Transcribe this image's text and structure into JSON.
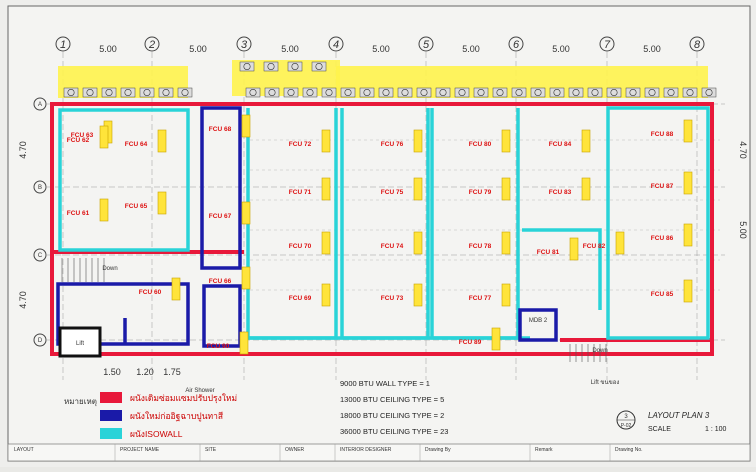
{
  "grid": {
    "columns": [
      "1",
      "2",
      "3",
      "4",
      "5",
      "6",
      "7",
      "8"
    ],
    "rows": [
      "A",
      "B",
      "C",
      "D"
    ],
    "top_dims": [
      "5.00",
      "5.00",
      "5.00",
      "5.00",
      "5.00",
      "5.00",
      "5.00"
    ],
    "left_dims": [
      "4.70",
      "4.70"
    ],
    "right_dims": [
      "4.70",
      "5.00"
    ],
    "bottom_dims": [
      "1.50",
      "1.20",
      "1.75"
    ]
  },
  "fcu_labels": [
    "FCU 63",
    "FCU 62",
    "FCU 64",
    "FCU 61",
    "FCU 65",
    "FCU 68",
    "FCU 67",
    "FCU 66",
    "FCU 72",
    "FCU 71",
    "FCU 70",
    "FCU 69",
    "FCU 76",
    "FCU 75",
    "FCU 74",
    "FCU 73",
    "FCU 80",
    "FCU 79",
    "FCU 78",
    "FCU 77",
    "FCU 84",
    "FCU 83",
    "FCU 82",
    "FCU 81",
    "FCU 88",
    "FCU 87",
    "FCU 86",
    "FCU 85",
    "FCU 60",
    "FCU 90",
    "FCU 89"
  ],
  "rooms": {
    "lift": "Lift",
    "down1": "Down",
    "down2": "Down",
    "mdb": "MDB 2",
    "shower": "Air Shower",
    "lift2": "Lift ขนของ"
  },
  "legend": {
    "title": "หมายเหตุ",
    "items": [
      {
        "label": "ผนังเดิมซ่อมแซมปรับปรุงใหม่",
        "color": "#e8183a"
      },
      {
        "label": "ผนังใหม่ก่ออิฐฉาบปูนทาสี",
        "color": "#1a1aa8"
      },
      {
        "label": "ผนังISOWALL",
        "color": "#29d3d8"
      }
    ]
  },
  "btu_notes": [
    "9000 BTU WALL TYPE = 1",
    "13000 BTU CEILING TYPE = 5",
    "18000 BTU CEILING TYPE = 2",
    "36000 BTU CEILING TYPE = 23"
  ],
  "plan_title": {
    "number": "3",
    "sheet": "P-02",
    "title": "LAYOUT PLAN 3",
    "scale_label": "SCALE",
    "scale": "1 : 100"
  },
  "title_block": [
    "LAYOUT",
    "PROJECT NAME",
    "SITE",
    "OWNER",
    "INTERIOR DESIGNER",
    "Drawing By",
    "Remark",
    "Drawing No."
  ]
}
